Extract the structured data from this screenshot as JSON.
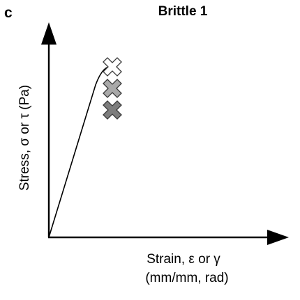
{
  "panel_label": "c",
  "title": "Brittle 1",
  "y_axis_label": "Stress, σ or τ (Pa)",
  "x_axis_label_line1": "Strain, ε or γ",
  "x_axis_label_line2": "(mm/mm, rad)",
  "fracture_markers": [
    {
      "shade": "white",
      "fill": "#ffffff"
    },
    {
      "shade": "light-gray",
      "fill": "#a9a9a9"
    },
    {
      "shade": "dark-gray",
      "fill": "#7d7d7d"
    }
  ],
  "colors": {
    "axis": "#000000",
    "curve": "#000000",
    "marker_stroke": "#3a3a3a"
  }
}
